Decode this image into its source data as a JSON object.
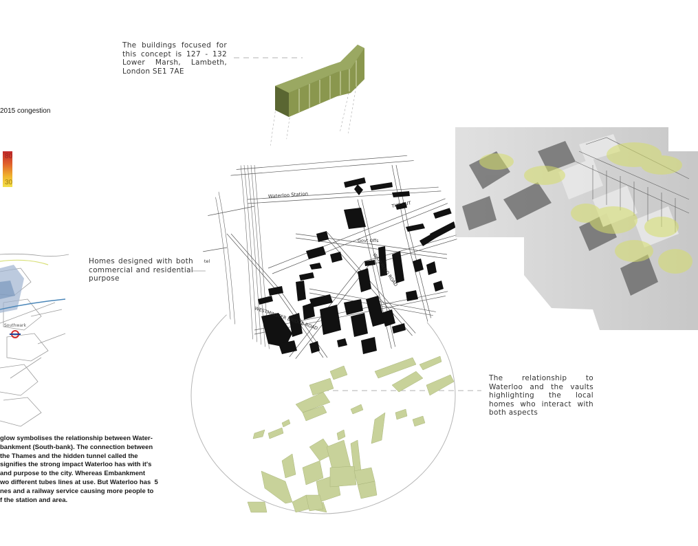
{
  "captions": {
    "building_focus": "The buildings focused for this concept is 127 - 132 Lower Marsh, Lambeth, London SE1 7AE",
    "homes": "Homes designed with both commercial and residential purpose",
    "relationship": "The relationship to Waterloo and the vaults highlighting the local homes who interact with both aspects"
  },
  "legend": {
    "title": "2015 congestion",
    "max_label": "80",
    "min_label": "30"
  },
  "left_map": {
    "place_label": "Southwark"
  },
  "map_labels": {
    "waterloo_station": "Waterloo Station",
    "the_cut": "THE CUT",
    "waterloo_road": "WATERLOO ROAD",
    "westminster_bridge_road": "WESTMINSTER BRIDGE ROAD",
    "govt_offs": "Govt Offs",
    "hotel": "Hotel"
  },
  "body_paragraph": [
    "glow symbolises the relationship between Water-",
    "bankment (South-bank). The connection between",
    "the Thames and the hidden tunnel called the",
    "signifies the strong impact Waterloo has with it's",
    "and purpose to the city. Whereas Embankment",
    "wo different tubes lines at use. But Waterloo has  5",
    "nes and a railway service causing more people to",
    "f the station and area."
  ],
  "colors": {
    "building_olive": "#7e8a4a",
    "footprint_green": "#c8d29a",
    "map_black": "#111111",
    "congestion_high": "#c0282a",
    "congestion_low": "#f3e04a"
  }
}
